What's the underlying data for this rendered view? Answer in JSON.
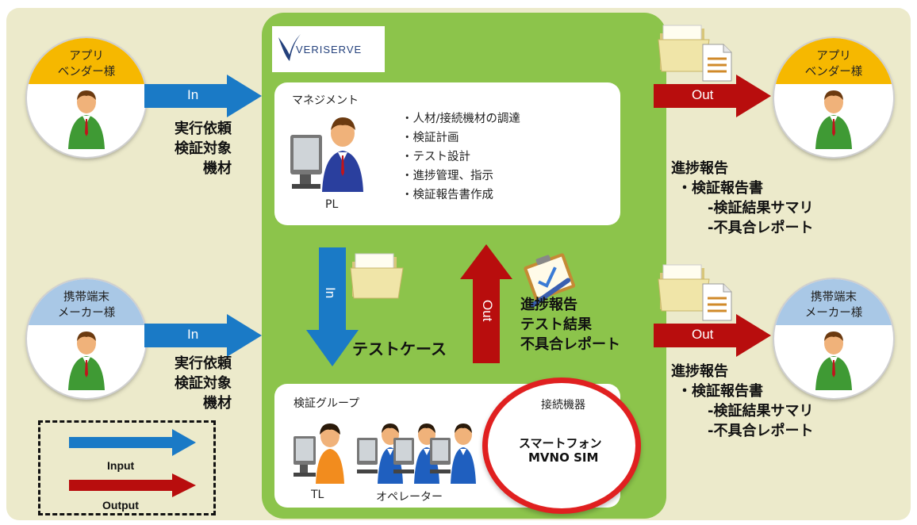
{
  "logo": {
    "text": "VERISERVE"
  },
  "management": {
    "title": "マネジメント",
    "role": "PL",
    "tasks": [
      "・人材/接続機材の調達",
      "・検証計画",
      "・テスト設計",
      "・進捗管理、指示",
      "・検証報告書作成"
    ]
  },
  "verification": {
    "title": "検証グループ",
    "lead": "TL",
    "operators": "オペレーター"
  },
  "devices": {
    "title": "接続機器",
    "line1": "スマートフォン",
    "line2": "MVNO SIM"
  },
  "actors": {
    "app_vendor": [
      "アプリ",
      "ベンダー様"
    ],
    "handset_maker": [
      "携帯端末",
      "メーカー様"
    ]
  },
  "inputs": {
    "arrow_label": "In",
    "lines": [
      "実行依頼",
      "検証対象",
      "機材"
    ]
  },
  "outputs": {
    "arrow_label": "Out",
    "report_title": "進捗報告",
    "report_items": [
      "・検証報告書",
      "-検証結果サマリ",
      "-不具合レポート"
    ]
  },
  "internal": {
    "down_label": "In",
    "down_text": "テストケース",
    "up_label": "Out",
    "up_text": [
      "進捗報告",
      "テスト結果",
      "不具合レポート"
    ]
  },
  "legend": {
    "input": "Input",
    "output": "Output"
  },
  "colors": {
    "input_blue": "#1a7ac6",
    "output_red": "#b80d0d",
    "container_green": "#8cc44b",
    "background": "#eceacb",
    "vendor_yellow": "#f6b800",
    "maker_blue": "#a9c8e6",
    "ellipse_red": "#e02020"
  },
  "icons": [
    "person-icon",
    "pc-operator-icon",
    "folder-icon",
    "document-icon",
    "clipboard-icon"
  ]
}
